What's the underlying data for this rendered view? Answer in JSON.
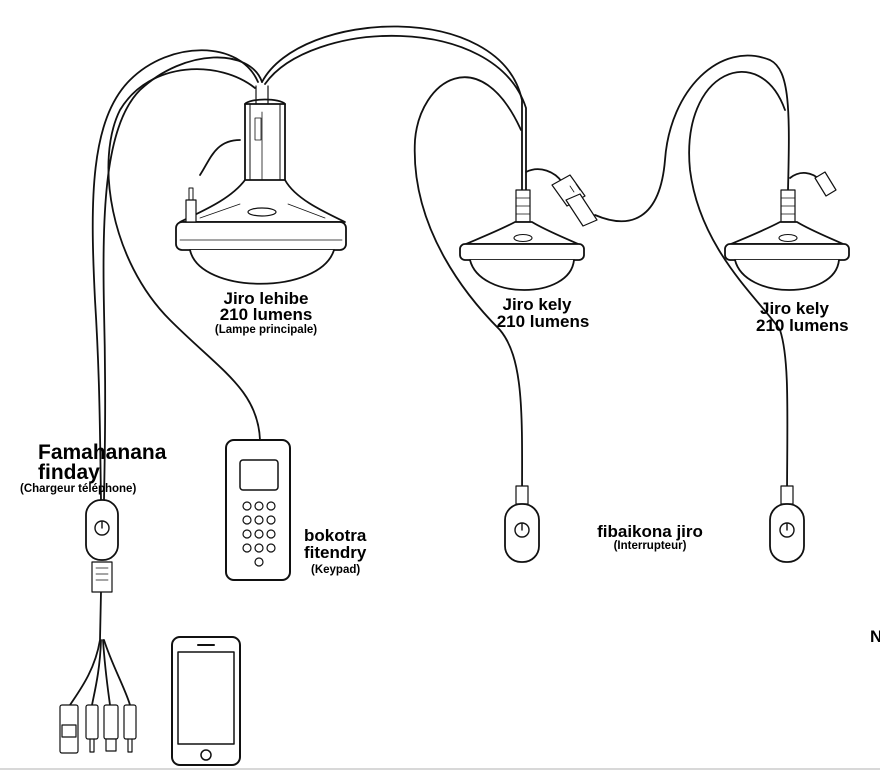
{
  "labels": {
    "main_lamp": {
      "name": "Jiro lehibe",
      "lumens": "210 lumens",
      "note": "(Lampe principale)"
    },
    "small_lamp_1": {
      "name": "Jiro kely",
      "lumens": "210 lumens"
    },
    "small_lamp_2": {
      "name": "Jiro kely",
      "lumens": "210 lumens"
    },
    "phone_charger": {
      "line1": "Famahanana",
      "line2": "finday",
      "note": "(Chargeur téléphone)"
    },
    "keypad": {
      "line1": "bokotra",
      "line2": "fitendry",
      "note": "(Keypad)"
    },
    "switch": {
      "name": "fibaikona jiro",
      "note": "(Interrupteur)"
    },
    "edge_fragment": "N"
  },
  "colors": {
    "stroke": "#111111",
    "background": "#ffffff"
  }
}
